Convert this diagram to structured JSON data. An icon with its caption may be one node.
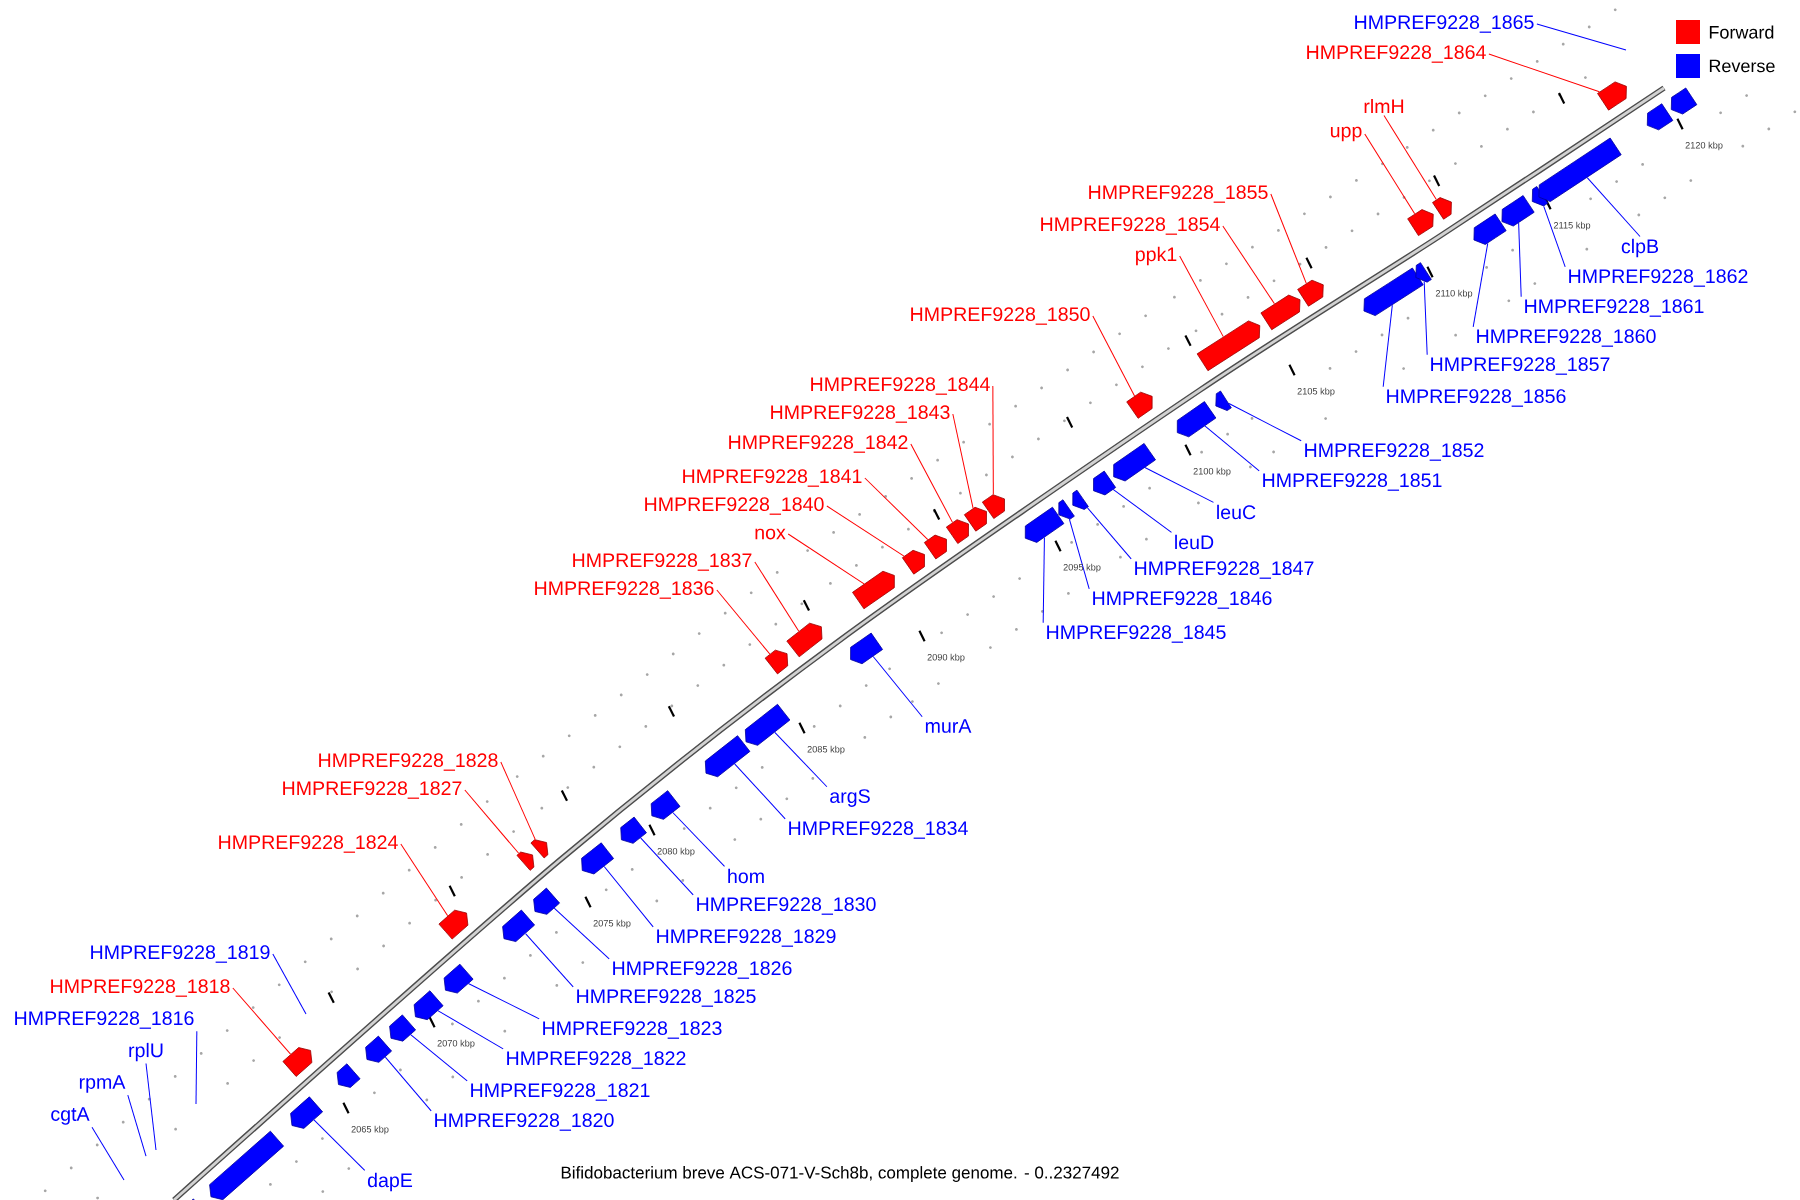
{
  "diagram": {
    "caption": "Bifidobacterium breve ACS-071-V-Sch8b, complete genome. - 0..2327492",
    "nodes": [
      {
        "text": [
          "cgtA"
        ]
      },
      {
        "text": [
          "rpmA"
        ]
      },
      {
        "text": [
          "rplU"
        ]
      },
      {
        "text": [
          "HMPREF9228_1816"
        ]
      },
      {
        "text": [],
        "shape": "box"
      },
      {
        "text": [],
        "shape": "box"
      },
      {
        "text": [
          "HMPREF9228_1819"
        ]
      },
      {
        "text": [
          "dapE"
        ]
      },
      {
        "text": [],
        "shape": "box"
      },
      {
        "text": [
          "HMPREF9228_1818"
        ]
      },
      {
        "text": [],
        "shape": "box"
      },
      {
        "text": [],
        "shape": "box"
      },
      {
        "text": [
          "HMPREF9228_1820"
        ]
      },
      {
        "text": [],
        "shape": "box"
      },
      {
        "text": [
          "HMPREF9228_1821"
        ]
      },
      {
        "text": [],
        "shape": "box"
      },
      {
        "text": [
          "HMPREF9228_1822"
        ]
      },
      {
        "text": [],
        "shape": "box"
      },
      {
        "text": [
          "HMPREF9228_1823"
        ]
      },
      {
        "text": [],
        "shape": "box"
      },
      {
        "text": [
          "HMPREF9228_1824"
        ]
      },
      {
        "text": [],
        "shape": "box"
      },
      {
        "text": [
          "HMPREF9228_1825"
        ]
      },
      {
        "text": [],
        "shape": "box"
      },
      {
        "text": [
          "HMPREF9228_1826"
        ]
      },
      {
        "text": [],
        "shape": "box"
      },
      {
        "text": [
          "HMPREF9228_1827"
        ]
      },
      {
        "text": [],
        "shape": "box"
      },
      {
        "text": [
          "HMPREF9228_1828"
        ]
      },
      {
        "text": [],
        "shape": "box"
      },
      {
        "text": [
          "HMPREF9228_1829"
        ]
      },
      {
        "text": [],
        "shape": "box"
      },
      {
        "text": [
          "HMPREF9228_1830"
        ]
      },
      {
        "text": [],
        "shape": "box"
      },
      {
        "text": [
          "hom"
        ]
      },
      {
        "text": [],
        "shape": "box"
      },
      {
        "text": [
          "HMPREF9228_1834"
        ]
      },
      {
        "text": [],
        "shape": "box"
      },
      {
        "text": [
          "argS"
        ]
      },
      {
        "text": [],
        "shape": "box"
      },
      {
        "text": [
          "HMPREF9228_1836"
        ]
      },
      {
        "text": [],
        "shape": "box"
      },
      {
        "text": [
          "HMPREF9228_1837"
        ]
      },
      {
        "text": [],
        "shape": "box"
      },
      {
        "text": [
          "murA"
        ]
      },
      {
        "text": [],
        "shape": "box"
      },
      {
        "text": [
          "nox"
        ]
      },
      {
        "text": [],
        "shape": "box"
      },
      {
        "text": [
          "HMPREF9228_1840"
        ]
      },
      {
        "text": [],
        "shape": "box"
      },
      {
        "text": [
          "HMPREF9228_1841"
        ]
      },
      {
        "text": [],
        "shape": "box"
      },
      {
        "text": [
          "HMPREF9228_1842"
        ]
      },
      {
        "text": [],
        "shape": "box"
      },
      {
        "text": [
          "HMPREF9228_1843"
        ]
      },
      {
        "text": [],
        "shape": "box"
      },
      {
        "text": [
          "HMPREF9228_1844"
        ]
      },
      {
        "text": [],
        "shape": "box"
      },
      {
        "text": [
          "HMPREF9228_1845"
        ]
      },
      {
        "text": [],
        "shape": "box"
      },
      {
        "text": [
          "HMPREF9228_1846"
        ]
      },
      {
        "text": [],
        "shape": "box"
      },
      {
        "text": [
          "HMPREF9228_1847"
        ]
      },
      {
        "text": [],
        "shape": "box"
      },
      {
        "text": [
          "leuD"
        ]
      },
      {
        "text": [],
        "shape": "box"
      },
      {
        "text": [
          "leuC"
        ]
      },
      {
        "text": [],
        "shape": "box"
      },
      {
        "text": [
          "HMPREF9228_1850"
        ]
      },
      {
        "text": [],
        "shape": "box"
      },
      {
        "text": [
          "HMPREF9228_1851"
        ]
      },
      {
        "text": [],
        "shape": "box"
      },
      {
        "text": [
          "HMPREF9228_1852"
        ]
      },
      {
        "text": [],
        "shape": "box"
      },
      {
        "text": [
          "ppk1"
        ]
      },
      {
        "text": [],
        "shape": "box"
      },
      {
        "text": [
          "HMPREF9228_1854"
        ]
      },
      {
        "text": [],
        "shape": "box"
      },
      {
        "text": [
          "HMPREF9228_1855"
        ]
      },
      {
        "text": [],
        "shape": "box"
      },
      {
        "text": [
          "HMPREF9228_1856"
        ]
      },
      {
        "text": [],
        "shape": "box"
      },
      {
        "text": [
          "HMPREF9228_1857"
        ]
      },
      {
        "text": [],
        "shape": "box"
      },
      {
        "text": [
          "upp"
        ]
      },
      {
        "text": [],
        "shape": "box"
      },
      {
        "text": [
          "rlmH"
        ]
      },
      {
        "text": [],
        "shape": "box"
      },
      {
        "text": [
          "HMPREF9228_1860"
        ]
      },
      {
        "text": [],
        "shape": "box"
      },
      {
        "text": [
          "HMPREF9228_1861"
        ]
      },
      {
        "text": [],
        "shape": "box"
      },
      {
        "text": [
          "HMPREF9228_1862"
        ]
      },
      {
        "text": [],
        "shape": "box"
      },
      {
        "text": [
          "clpB"
        ]
      },
      {
        "text": [],
        "shape": "box"
      },
      {
        "text": [
          "HMPREF9228_1864"
        ]
      },
      {
        "text": [],
        "shape": "box"
      },
      {
        "text": [],
        "shape": "box"
      },
      {
        "text": [],
        "shape": "box"
      },
      {
        "text": [
          "HMPREF9228_1865"
        ]
      }
    ],
    "edges": [
      {
        "from": 0,
        "to": null,
        "arrow": "none"
      },
      {
        "from": 1,
        "to": null,
        "arrow": "none"
      },
      {
        "from": 2,
        "to": null,
        "arrow": "none"
      },
      {
        "from": 3,
        "to": null,
        "arrow": "none"
      },
      {
        "from": 6,
        "to": null,
        "arrow": "none"
      },
      {
        "from": 7,
        "to": 8,
        "arrow": "none"
      },
      {
        "from": 9,
        "to": 10,
        "arrow": "none",
        "color": "#ff0000"
      },
      {
        "from": 12,
        "to": 13,
        "arrow": "none"
      },
      {
        "from": 14,
        "to": 15,
        "arrow": "none"
      },
      {
        "from": 16,
        "to": 17,
        "arrow": "none"
      },
      {
        "from": 18,
        "to": 19,
        "arrow": "none"
      },
      {
        "from": 20,
        "to": 21,
        "arrow": "none",
        "color": "#ff0000"
      },
      {
        "from": 22,
        "to": 23,
        "arrow": "none"
      },
      {
        "from": 24,
        "to": 25,
        "arrow": "none"
      },
      {
        "from": 26,
        "to": 27,
        "arrow": "none",
        "color": "#ff0000"
      },
      {
        "from": 28,
        "to": 29,
        "arrow": "none",
        "color": "#ff0000"
      },
      {
        "from": 30,
        "to": 31,
        "arrow": "none"
      },
      {
        "from": 32,
        "to": 33,
        "arrow": "none"
      },
      {
        "from": 34,
        "to": 35,
        "arrow": "none"
      },
      {
        "from": 36,
        "to": 37,
        "arrow": "none"
      },
      {
        "from": 38,
        "to": 39,
        "arrow": "none"
      },
      {
        "from": 40,
        "to": 41,
        "arrow": "none",
        "color": "#ff0000"
      },
      {
        "from": 42,
        "to": 43,
        "arrow": "none",
        "color": "#ff0000"
      },
      {
        "from": 44,
        "to": 45,
        "arrow": "none"
      },
      {
        "from": 46,
        "to": 47,
        "arrow": "none",
        "color": "#ff0000"
      },
      {
        "from": 48,
        "to": 49,
        "arrow": "none",
        "color": "#ff0000"
      },
      {
        "from": 50,
        "to": 51,
        "arrow": "none",
        "color": "#ff0000"
      },
      {
        "from": 52,
        "to": 53,
        "arrow": "none",
        "color": "#ff0000"
      },
      {
        "from": 54,
        "to": 55,
        "arrow": "none",
        "color": "#ff0000"
      },
      {
        "from": 56,
        "to": 57,
        "arrow": "none",
        "color": "#ff0000"
      },
      {
        "from": 58,
        "to": 59,
        "arrow": "none"
      },
      {
        "from": 60,
        "to": 61,
        "arrow": "none"
      },
      {
        "from": 62,
        "to": 63,
        "arrow": "none"
      },
      {
        "from": 64,
        "to": 65,
        "arrow": "none"
      },
      {
        "from": 66,
        "to": 67,
        "arrow": "none"
      },
      {
        "from": 68,
        "to": 69,
        "arrow": "none",
        "color": "#ff0000"
      },
      {
        "from": 70,
        "to": 71,
        "arrow": "none"
      },
      {
        "from": 72,
        "to": 73,
        "arrow": "none"
      },
      {
        "from": 74,
        "to": 75,
        "arrow": "none",
        "color": "#ff0000"
      },
      {
        "from": 76,
        "to": 77,
        "arrow": "none",
        "color": "#ff0000"
      },
      {
        "from": 78,
        "to": 79,
        "arrow": "none",
        "color": "#ff0000"
      },
      {
        "from": 80,
        "to": 81,
        "arrow": "none"
      },
      {
        "from": 82,
        "to": 83,
        "arrow": "none"
      },
      {
        "from": 84,
        "to": 85,
        "arrow": "none",
        "color": "#ff0000"
      },
      {
        "from": 86,
        "to": 87,
        "arrow": "none",
        "color": "#ff0000"
      },
      {
        "from": 88,
        "to": 89,
        "arrow": "none"
      },
      {
        "from": 90,
        "to": 91,
        "arrow": "none"
      },
      {
        "from": 92,
        "to": 93,
        "arrow": "none"
      },
      {
        "from": 94,
        "to": 95,
        "arrow": "none"
      },
      {
        "from": 96,
        "to": 97,
        "arrow": "none",
        "color": "#ff0000"
      },
      {
        "from": 100,
        "to": null,
        "arrow": "none"
      }
    ],
    "labels": [
      "2065 kbp",
      "2070 kbp",
      "2075 kbp",
      "2080 kbp",
      "2085 kbp",
      "2090 kbp",
      "2095 kbp",
      "2100 kbp",
      "2105 kbp",
      "2110 kbp",
      "2115 kbp",
      "2120 kbp"
    ],
    "legend": [
      {
        "text": "Forward",
        "color": "#ff0000"
      },
      {
        "text": "Reverse",
        "color": "#0000ff"
      }
    ]
  }
}
